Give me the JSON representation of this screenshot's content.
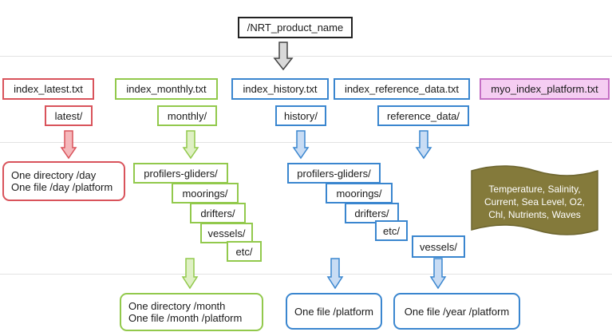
{
  "root": {
    "label": "/NRT_product_name"
  },
  "index_files": [
    {
      "label": "index_latest.txt"
    },
    {
      "label": "index_monthly.txt"
    },
    {
      "label": "index_history.txt"
    },
    {
      "label": "index_reference_data.txt"
    },
    {
      "label": "myo_index_platform.txt"
    }
  ],
  "directories": [
    {
      "label": "latest/"
    },
    {
      "label": "monthly/"
    },
    {
      "label": "history/"
    },
    {
      "label": "reference_data/"
    }
  ],
  "latest_note": {
    "line1": "One directory /day",
    "line2": "One file /day /platform"
  },
  "monthly_subdirs": [
    "profilers-gliders/",
    "moorings/",
    "drifters/",
    "vessels/",
    "etc/"
  ],
  "history_subdirs": [
    "profilers-gliders/",
    "moorings/",
    "drifters/",
    "etc/"
  ],
  "reference_subdir": "vessels/",
  "monthly_note": {
    "line1": "One directory /month",
    "line2": "One file /month /platform"
  },
  "history_note": "One file /platform",
  "reference_note": "One file /year /platform",
  "parameters_banner": {
    "lines": [
      "Temperature, Salinity,",
      "Current, Sea Level, O2,",
      "Chl, Nutrients, Waves"
    ]
  },
  "colors": {
    "red": "#d9535b",
    "green": "#92c94c",
    "blue": "#3a86cf",
    "pink": "#c56fc4",
    "banner": "#847a3b"
  }
}
